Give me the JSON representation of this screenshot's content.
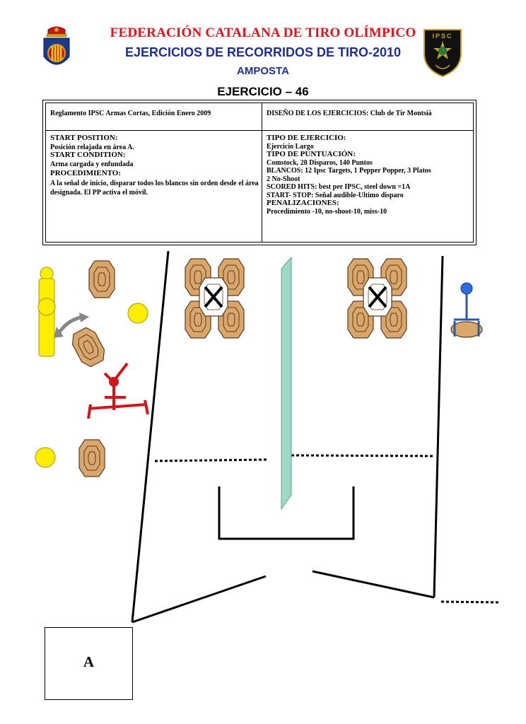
{
  "header": {
    "federation": "FEDERACIÓN CATALANA DE TIRO OLÍMPICO",
    "subtitle": "EJERCICIOS DE RECORRIDOS DE TIRO-2010",
    "location": "AMPOSTA",
    "exercise": "EJERCICIO – 46",
    "ipsc_logo_text": "IPSC"
  },
  "info_table": {
    "rules": "Reglamento IPSC Armas Cortas, Edición Enero 2009",
    "design": "DISEÑO DE LOS EJERCICIOS: Club de Tir Montsià",
    "left": [
      {
        "label": "START POSITION:",
        "text": "Posición relajada en área A."
      },
      {
        "label": "START CONDITION:",
        "text": "Arma cargada y enfundada"
      },
      {
        "label": "PROCEDIMIENTO:",
        "text": "A la señal de inicio, disparar todos los blancos sin orden desde el área designada.  El PP activa el móvil."
      }
    ],
    "right": [
      "TIPO DE EJERCICIO:",
      "Ejercicio Largo",
      "TIPO DE PUNTUACIÓN:",
      "Comstock, 28 Disparos, 140 Puntos",
      "BLANCOS: 12 Ipsc Targets, 1 Pepper Popper, 3 Platos",
      "2 No-Shoot",
      "SCORED HITS: best per IPSC, steel down =1A",
      "START- STOP: Señal audible-Ultimo disparo",
      "PENALIZACIONES:",
      "Procedimiento -10, no-shoot-10, miss-10"
    ]
  },
  "diagram": {
    "start_area_label": "A",
    "colors": {
      "target": "#d9a66c",
      "target_stroke": "#5a3a1e",
      "plate": "#ffee00",
      "popper": "#ffee00",
      "mover_stand": "#d0181c",
      "barrier": "#9fd8c6",
      "popper_small": "#2a6ee0"
    }
  }
}
